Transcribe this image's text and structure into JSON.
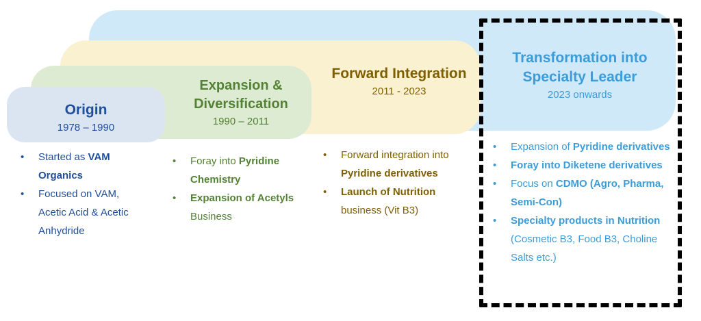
{
  "bullet_char": "•",
  "colors": {
    "band_transformation": "#CFE9F8",
    "band_forward": "#FAF1D1",
    "band_expansion": "#DEEBD3",
    "band_origin": "#DBE5F2",
    "origin_text": "#1F4E9B",
    "expansion_text": "#538135",
    "forward_text": "#7F6000",
    "transformation_text": "#3B9CD9",
    "highlight_border": "#000000"
  },
  "sections": [
    {
      "id": "origin",
      "title": "Origin",
      "subtitle": "1978 – 1990",
      "bullets": [
        {
          "pre": "Started as ",
          "bold": "VAM Organics",
          "post": ""
        },
        {
          "pre": "Focused on VAM, Acetic Acid & Acetic Anhydride",
          "bold": "",
          "post": ""
        }
      ]
    },
    {
      "id": "expansion",
      "title": "Expansion & Diversification",
      "subtitle": "1990 – 2011",
      "bullets": [
        {
          "pre": "Foray into ",
          "bold": "Pyridine Chemistry",
          "post": ""
        },
        {
          "pre": "",
          "bold": "Expansion of Acetyls",
          "post": " Business"
        }
      ]
    },
    {
      "id": "forward",
      "title": "Forward Integration",
      "subtitle": "2011 - 2023",
      "bullets": [
        {
          "pre": "Forward integration into ",
          "bold": "Pyridine derivatives",
          "post": ""
        },
        {
          "pre": "",
          "bold": "Launch of Nutrition",
          "post": " business (Vit B3)"
        }
      ]
    },
    {
      "id": "transformation",
      "title": "Transformation into Specialty Leader",
      "subtitle": "2023 onwards",
      "bullets": [
        {
          "pre": "Expansion of ",
          "bold": "Pyridine derivatives",
          "post": ""
        },
        {
          "pre": "",
          "bold": "Foray into Diketene derivatives",
          "post": ""
        },
        {
          "pre": "Focus on ",
          "bold": "CDMO (Agro, Pharma, Semi-Con)",
          "post": ""
        },
        {
          "pre": "",
          "bold": "Specialty products in Nutrition",
          "post": " (Cosmetic B3, Food B3, Choline Salts etc.)"
        }
      ]
    }
  ]
}
